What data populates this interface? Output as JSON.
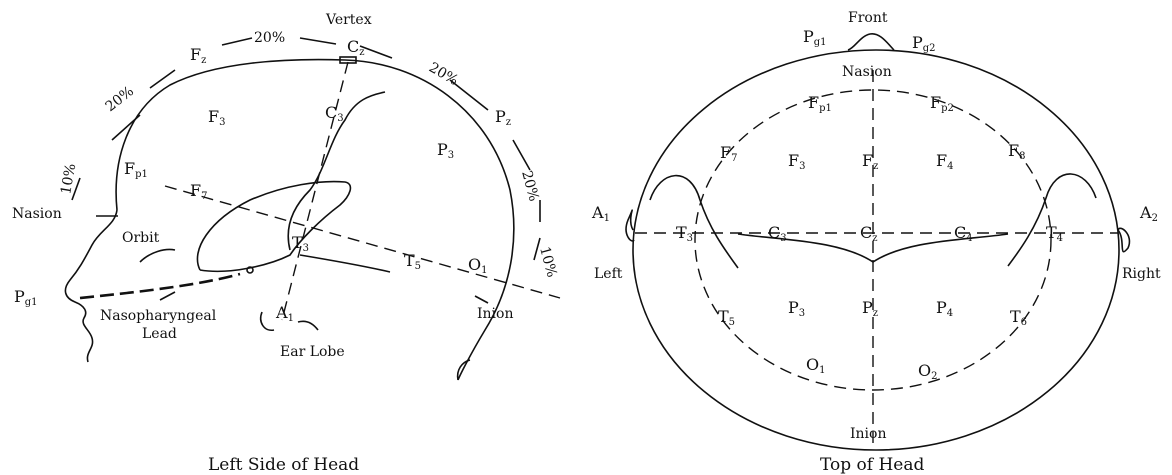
{
  "side_view": {
    "caption": "Left Side of Head",
    "landmarks": {
      "vertex": "Vertex",
      "nasion": "Nasion",
      "inion": "Inion",
      "orbit": "Orbit",
      "nasopharyngeal_line1": "Nasopharyngeal",
      "nasopharyngeal_line2": "Lead",
      "ear_lobe": "Ear Lobe"
    },
    "percentages": {
      "fz_cz": "20%",
      "cz_pz": "20%",
      "fp1_fz": "20%",
      "nasion_fp1": "10%",
      "pz_o1": "20%",
      "o1_inion": "10%"
    },
    "electrodes": {
      "fz": {
        "base": "F",
        "sub": "z"
      },
      "cz": {
        "base": "C",
        "sub": "z"
      },
      "pz": {
        "base": "P",
        "sub": "z"
      },
      "f3": {
        "base": "F",
        "sub": "3"
      },
      "c3": {
        "base": "C",
        "sub": "3"
      },
      "p3": {
        "base": "P",
        "sub": "3"
      },
      "fp1": {
        "base": "F",
        "sub": "p1"
      },
      "f7": {
        "base": "F",
        "sub": "7"
      },
      "t3": {
        "base": "T",
        "sub": "3"
      },
      "t5": {
        "base": "T",
        "sub": "5"
      },
      "o1": {
        "base": "O",
        "sub": "1"
      },
      "a1": {
        "base": "A",
        "sub": "1"
      },
      "pg1": {
        "base": "P",
        "sub": "g1"
      }
    }
  },
  "top_view": {
    "caption": "Top of Head",
    "landmarks": {
      "front": "Front",
      "nasion": "Nasion",
      "inion": "Inion",
      "left": "Left",
      "right": "Right"
    },
    "electrodes": {
      "pg1": {
        "base": "P",
        "sub": "g1"
      },
      "pg2": {
        "base": "P",
        "sub": "g2"
      },
      "fp1": {
        "base": "F",
        "sub": "p1"
      },
      "fp2": {
        "base": "F",
        "sub": "p2"
      },
      "f7": {
        "base": "F",
        "sub": "7"
      },
      "f3": {
        "base": "F",
        "sub": "3"
      },
      "fz": {
        "base": "F",
        "sub": "z"
      },
      "f4": {
        "base": "F",
        "sub": "4"
      },
      "f8": {
        "base": "F",
        "sub": "8"
      },
      "a1": {
        "base": "A",
        "sub": "1"
      },
      "a2": {
        "base": "A",
        "sub": "2"
      },
      "t3": {
        "base": "T",
        "sub": "3"
      },
      "c3": {
        "base": "C",
        "sub": "3"
      },
      "cz": {
        "base": "C",
        "sub": "z"
      },
      "c4": {
        "base": "C",
        "sub": "4"
      },
      "t4": {
        "base": "T",
        "sub": "4"
      },
      "t5": {
        "base": "T",
        "sub": "5"
      },
      "p3": {
        "base": "P",
        "sub": "3"
      },
      "pz": {
        "base": "P",
        "sub": "z"
      },
      "p4": {
        "base": "P",
        "sub": "4"
      },
      "t6": {
        "base": "T",
        "sub": "6"
      },
      "o1": {
        "base": "O",
        "sub": "1"
      },
      "o2": {
        "base": "O",
        "sub": "2"
      }
    }
  }
}
